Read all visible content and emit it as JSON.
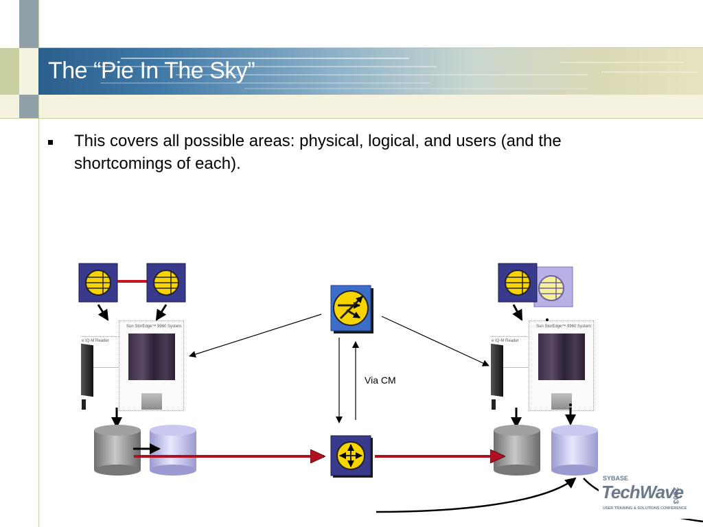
{
  "slide": {
    "title": "The “Pie In The Sky”",
    "bullet": "This covers all possible areas: physical, logical, and users (and the shortcomings of each)."
  },
  "diagram": {
    "center_label": "Via CM",
    "left_system": {
      "reader_label": "e IQ-M Reader",
      "storage_label": "Sun StorEdge™ 9960 System"
    },
    "right_system": {
      "reader_label": "e IQ-M Reader",
      "storage_label": "Sun StorEdge™ 9960 System"
    }
  },
  "logo": {
    "brand": "SYBASE",
    "name": "TechWave",
    "year": "2003",
    "tagline": "USER TRAINING & SOLUTIONS CONFERENCE"
  },
  "colors": {
    "server_box": "#3a3a8c",
    "server_icon": "#f5d400",
    "replica_box": "#b9b0e6",
    "replica_icon": "#f7f29a",
    "link_red": "#b01020",
    "db_gray": "#8a8a8a",
    "db_lavender": "#b8b8e6"
  }
}
